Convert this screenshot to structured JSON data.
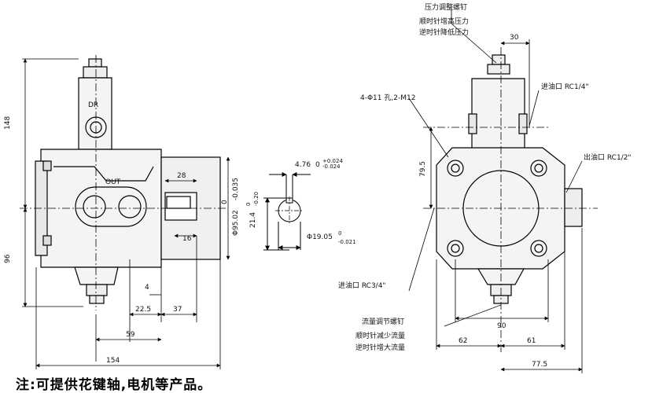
{
  "left_view": {
    "label_dr": "DR",
    "label_out": "OUT",
    "dim_height_top": "148",
    "dim_height_bottom": "96",
    "dim_key_length": "28",
    "dim_key_offset": "16",
    "dim_shaft_dia": "Φ95.02",
    "dim_shaft_tol_upper": "0",
    "dim_shaft_tol_lower": "-0.035",
    "dim_4": "4",
    "dim_22_5": "22.5",
    "dim_37": "37",
    "dim_59": "59",
    "dim_154": "154"
  },
  "shaft_section": {
    "key_width": "4.76",
    "key_tol_upper": "+0.024",
    "key_tol_lower": "0",
    "key_tol_side": "-0.024",
    "height": "21.4",
    "height_tol_upper": "0",
    "height_tol_lower": "-0.20",
    "shaft_dia": "Φ19.05",
    "shaft_tol_upper": "0",
    "shaft_tol_lower": "-0.021"
  },
  "right_view": {
    "callout_pressure_title": "压力调整螺钉",
    "callout_pressure_cw": "顺时针增高压力",
    "callout_pressure_ccw": "逆时针降低压力",
    "dim_30": "30",
    "callout_holes": "4-Φ11 孔,2-M12",
    "callout_inlet_small": "进油口 RC1/4\"",
    "callout_outlet": "出油口 RC1/2\"",
    "callout_inlet": "进油口 RC3/4\"",
    "dim_79_5": "79.5",
    "callout_flow_title": "流量调节螺钉",
    "callout_flow_cw": "顺时针减少流量",
    "callout_flow_ccw": "逆时针增大流量",
    "dim_90": "90",
    "dim_62": "62",
    "dim_61": "61",
    "dim_77_5": "77.5"
  },
  "footer_note": "注:可提供花键轴,电机等产品。"
}
